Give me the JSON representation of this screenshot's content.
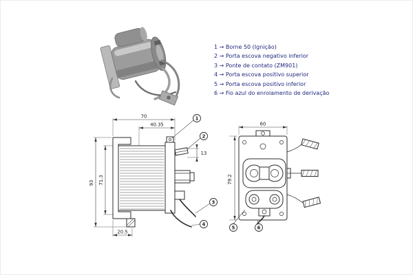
{
  "colors": {
    "legend_text": "#20277e",
    "line": "#2b2b2b"
  },
  "legend": {
    "items": [
      "1 → Borne 50 (Ignição)",
      "2 → Porta escova negativo inferior",
      "3 → Ponte de contato (ZM901)",
      "4 → Porta escova positivo superior",
      "5 → Porta escova positivo inferior",
      "6 → Fio azul do enrolamento de derivação"
    ]
  },
  "side_view": {
    "dims": {
      "total_width": "70",
      "inner_width": "40.35",
      "total_height": "93",
      "inner_height": "71.3",
      "base_offset": "20.5",
      "terminal": "13"
    },
    "callouts": {
      "c1": "1",
      "c2": "2",
      "c3": "3",
      "c4": "4"
    }
  },
  "front_view": {
    "dims": {
      "width": "60",
      "height": "79.2"
    },
    "callouts": {
      "c5": "5",
      "c6": "6"
    }
  }
}
